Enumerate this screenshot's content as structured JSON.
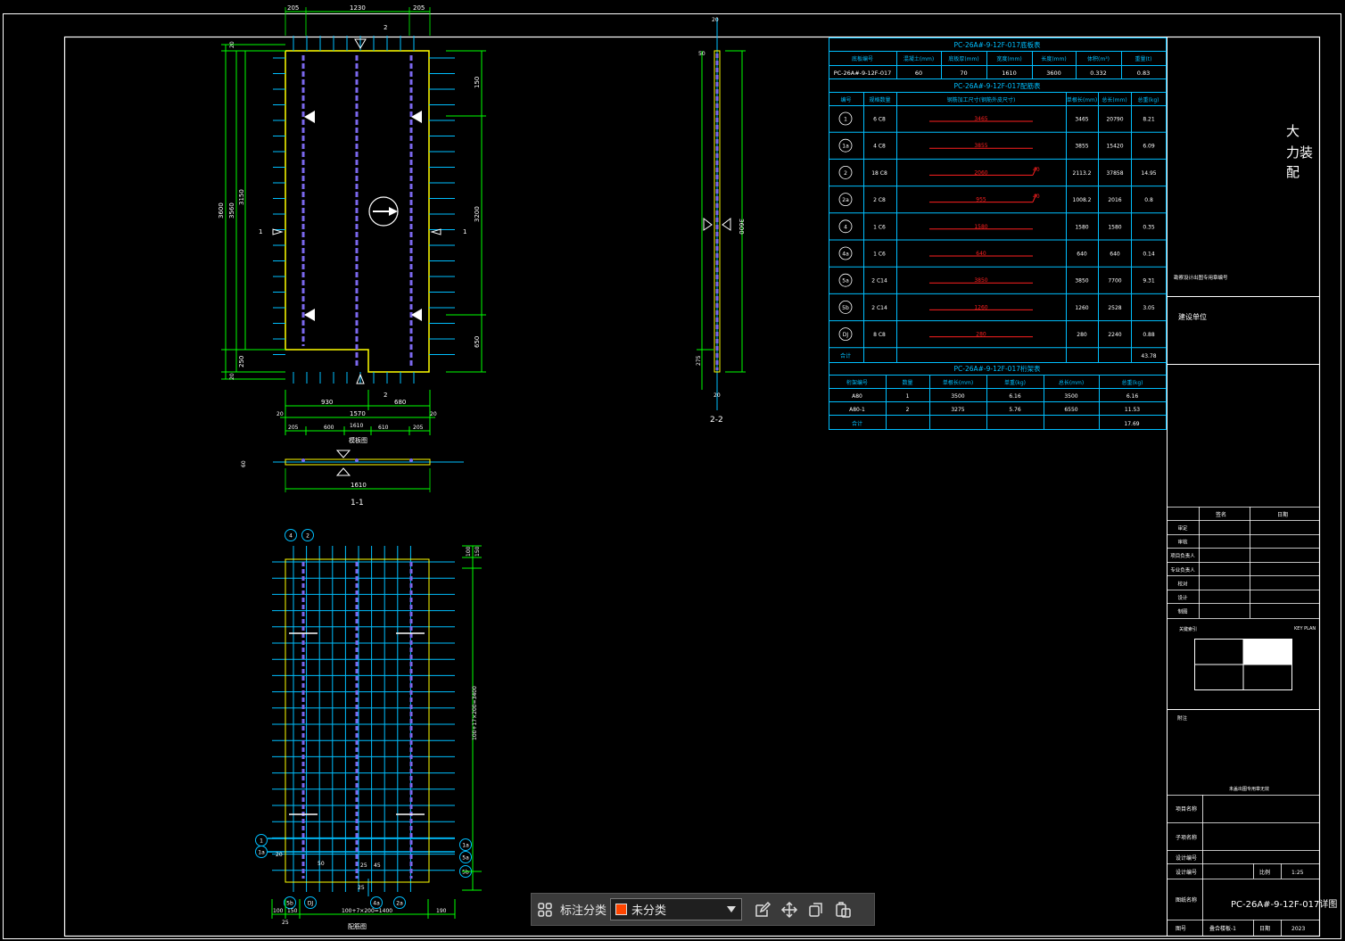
{
  "plan": {
    "dims_top": [
      "205",
      "1230",
      "205"
    ],
    "dims_bottom_a": [
      "20",
      "1570",
      "20"
    ],
    "dims_bottom_b": [
      "205",
      "600",
      "1610",
      "610",
      "205"
    ],
    "dim_bottom_930": "930",
    "dim_bottom_680": "680",
    "dim_left_total": "3600",
    "dim_left_3560": "3560",
    "dim_left_3150": "3150",
    "dim_left_250": "250",
    "dim_left_20a": "20",
    "dim_left_20b": "20",
    "dim_right_150": "150",
    "dim_right_3200": "3200",
    "dim_right_650": "650",
    "section_mark_1": "1",
    "section_mark_2": "2",
    "caption": "模板图"
  },
  "section11": {
    "dim_width": "1610",
    "dim_60": "60",
    "title": "1-1"
  },
  "section22": {
    "dim_top": "20",
    "dim_50": "50",
    "dim_height": "3600",
    "dim_275": "275",
    "dim_20": "20",
    "title": "2-2"
  },
  "rebar": {
    "marks_top": [
      "4",
      "2"
    ],
    "marks_left": [
      "1",
      "1a"
    ],
    "marks_right": [
      "1a",
      "5a",
      "5b"
    ],
    "marks_bottom": [
      "5b",
      "DJ",
      "4a",
      "2a"
    ],
    "dims_right_top": [
      "100",
      "150"
    ],
    "dim_right_main": "100+17×200=3400",
    "dims_bottom": [
      "100",
      "150",
      "100+7×200=1400",
      "190"
    ],
    "dims_misc": [
      "20",
      "25",
      "50",
      "25",
      "45",
      "25"
    ],
    "caption": "配筋图"
  },
  "table1": {
    "title": "PC-26A#-9-12F-017底板表",
    "headers": [
      "底板编号",
      "混凝土(mm)",
      "底板厚(mm)",
      "宽度(mm)",
      "长度(mm)",
      "体积(m³)",
      "重量(t)"
    ],
    "row": [
      "PC-26A#-9-12F-017",
      "60",
      "70",
      "1610",
      "3600",
      "0.332",
      "0.83"
    ]
  },
  "table2": {
    "title": "PC-26A#-9-12F-017配筋表",
    "headers": [
      "编号",
      "规格数量",
      "钢筋加工尺寸(钢筋外皮尺寸)",
      "单根长(mm)",
      "总长(mm)",
      "总重(kg)"
    ],
    "rows": [
      {
        "id": "1",
        "spec": "6 C8",
        "shape": "3465",
        "len": "3465",
        "total": "20790",
        "weight": "8.21"
      },
      {
        "id": "1a",
        "spec": "4 C8",
        "shape": "3855",
        "len": "3855",
        "total": "15420",
        "weight": "6.09"
      },
      {
        "id": "2",
        "spec": "18 C8",
        "shape": "2060",
        "len": "2113.2",
        "total": "37858",
        "weight": "14.95"
      },
      {
        "id": "2a",
        "spec": "2 C8",
        "shape": "955",
        "len": "1008.2",
        "total": "2016",
        "weight": "0.8"
      },
      {
        "id": "4",
        "spec": "1 C6",
        "shape": "1580",
        "len": "1580",
        "total": "1580",
        "weight": "0.35"
      },
      {
        "id": "4a",
        "spec": "1 C6",
        "shape": "640",
        "len": "640",
        "total": "640",
        "weight": "0.14"
      },
      {
        "id": "5a",
        "spec": "2 C14",
        "shape": "3850",
        "len": "3850",
        "total": "7700",
        "weight": "9.31"
      },
      {
        "id": "5b",
        "spec": "2 C14",
        "shape": "1260",
        "len": "1260",
        "total": "2528",
        "weight": "3.05"
      },
      {
        "id": "DJ",
        "spec": "8 C8",
        "shape": "280",
        "len": "280",
        "total": "2240",
        "weight": "0.88"
      }
    ],
    "bend": [
      "40",
      "40"
    ],
    "total_label": "合计",
    "total": "43.78"
  },
  "table3": {
    "title": "PC-26A#-9-12F-017桁架表",
    "headers": [
      "桁架编号",
      "数量",
      "单根长(mm)",
      "单重(kg)",
      "总长(mm)",
      "总重(kg)"
    ],
    "rows": [
      [
        "A80",
        "1",
        "3500",
        "6.16",
        "3500",
        "6.16"
      ],
      [
        "A80-1",
        "2",
        "3275",
        "5.76",
        "6550",
        "11.53"
      ]
    ],
    "total_label": "合计",
    "total": "17.69"
  },
  "titleblock": {
    "project_vertical": [
      "大",
      "力装",
      "配"
    ],
    "cert_text": "勘察设计出图专用章编号",
    "owner_label": "建设单位",
    "sign_headers": [
      "签名",
      "日期"
    ],
    "sign_rows": [
      "审定",
      "审核",
      "项目负责人",
      "专业负责人",
      "校对",
      "设计",
      "制图"
    ],
    "keyplan_left": "关键索引",
    "keyplan_right": "KEY PLAN",
    "notes_label": "附注",
    "notes_text": "未盖出图专用章无效",
    "project_name_label": "项目名称",
    "subproject_label": "子项名称",
    "drawing_no_label": "设计编号",
    "scale_label": "比例",
    "scale_value": "1:25",
    "drawing_name_label": "图纸名称",
    "drawing_title": "PC-26A#-9-12F-017详图",
    "no_label": "图号",
    "no_value": "叠合楼板-1",
    "date_label": "日期",
    "date_value": "2023"
  },
  "toolbar": {
    "grid_icon": "grid-icon",
    "label": "标注分类",
    "select_value": "未分类",
    "swatch_color": "#ff4500",
    "tools": [
      "edit-icon",
      "move-icon",
      "copy-icon",
      "paste-icon"
    ]
  },
  "colors": {
    "frame": "#ffffff",
    "dimension": "#00ff00",
    "rebar": "#00bfff",
    "truss": "#7b68ee",
    "slab": "#ffff00",
    "table": "#00bfff",
    "red": "#ff2020"
  }
}
